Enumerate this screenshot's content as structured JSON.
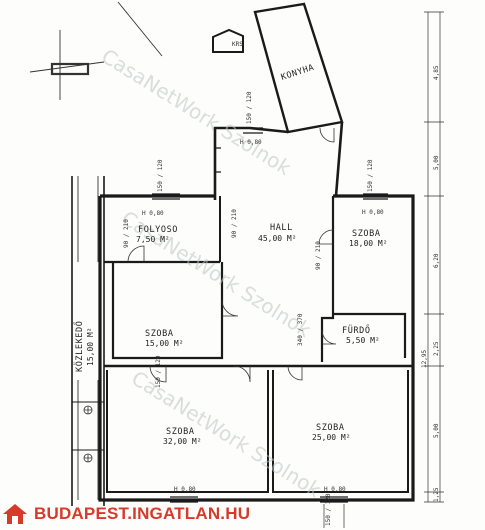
{
  "plan": {
    "rooms": [
      {
        "label": "KONYHA",
        "area": ""
      },
      {
        "label": "FOLYOSO",
        "area": "7,50 M²"
      },
      {
        "label": "HALL",
        "area": "45,00 M²"
      },
      {
        "label": "SZOBA",
        "area": "18,00 M²"
      },
      {
        "label": "SZOBA",
        "area": "15,00 M²"
      },
      {
        "label": "FÜRDŐ",
        "area": "5,50 M²"
      },
      {
        "label": "SZOBA",
        "area": "32,00 M²"
      },
      {
        "label": "SZOBA",
        "area": "25,00 M²"
      },
      {
        "label": "KÖZLEKEDŐ",
        "area": "15,00 M²"
      }
    ],
    "dimensions_right": [
      "4,85",
      "5,00",
      "6,20",
      "2,25",
      "5,00",
      "1,25"
    ],
    "dimension_total": "12,95",
    "opening_labels": [
      "H 0,80",
      "H 0,80",
      "H 0,80",
      "H 0,80",
      "H 0,80",
      "150 / 120",
      "150 / 120",
      "150 / 120",
      "150 / 120",
      "150 / 120",
      "90 / 210",
      "90 / 210",
      "90 / 210",
      "340 / 370",
      "KRS"
    ]
  },
  "watermark": "CasaNetWork Szolnok",
  "logo": {
    "text": "BUDAPEST.INGATLAN.HU"
  }
}
